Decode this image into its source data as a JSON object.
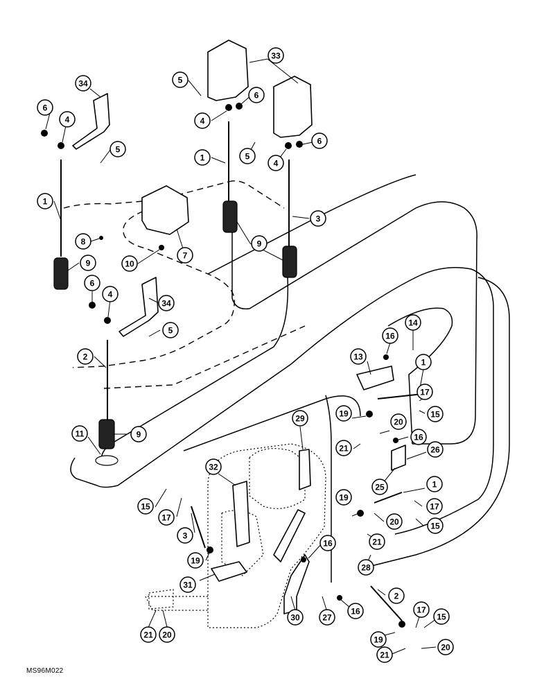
{
  "diagram": {
    "caption": "MS96M022",
    "colors": {
      "ink": "#000000",
      "paper": "#ffffff"
    },
    "callouts": [
      "34",
      "6",
      "4",
      "5",
      "33",
      "5",
      "6",
      "4",
      "1",
      "5",
      "4",
      "6",
      "1",
      "3",
      "8",
      "7",
      "9",
      "10",
      "9",
      "6",
      "4",
      "34",
      "5",
      "2",
      "16",
      "14",
      "13",
      "1",
      "11",
      "9",
      "17",
      "19",
      "15",
      "20",
      "29",
      "21",
      "16",
      "26",
      "32",
      "25",
      "1",
      "15",
      "17",
      "19",
      "17",
      "20",
      "15",
      "3",
      "21",
      "16",
      "19",
      "28",
      "31",
      "2",
      "17",
      "30",
      "27",
      "16",
      "15",
      "21",
      "20",
      "19",
      "21",
      "20"
    ]
  }
}
